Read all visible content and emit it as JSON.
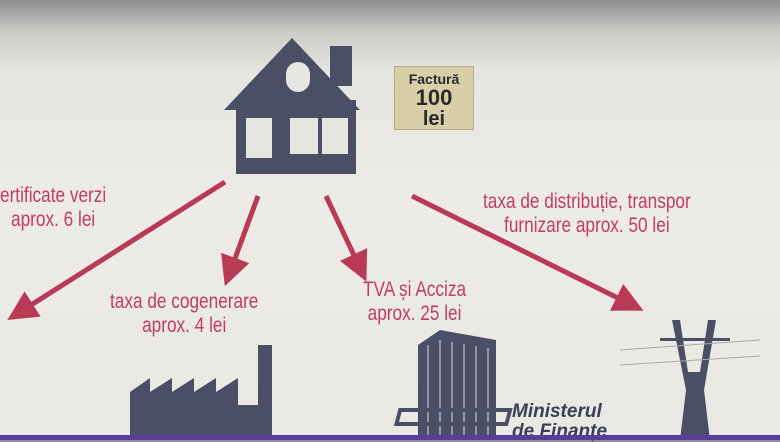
{
  "invoice": {
    "title": "Factură",
    "amount": "100",
    "unit": "lei"
  },
  "branches": [
    {
      "line1": "ertificate verzi",
      "line2": "aprox. 6 lei"
    },
    {
      "line1": "taxa de cogenerare",
      "line2": "aprox. 4 lei"
    },
    {
      "line1": "TVA și Acciza",
      "line2": "aprox. 25 lei"
    },
    {
      "line1": "taxa de distribuție, transpor",
      "line2": "furnizare aprox. 50 lei"
    }
  ],
  "ministry": {
    "line1": "Ministerul",
    "line2": "de Finanțe"
  },
  "colors": {
    "arrow": "#b83a55",
    "label": "#c23c62",
    "icon": "#4a4f66",
    "accent_bar": "#5a3c9c"
  }
}
